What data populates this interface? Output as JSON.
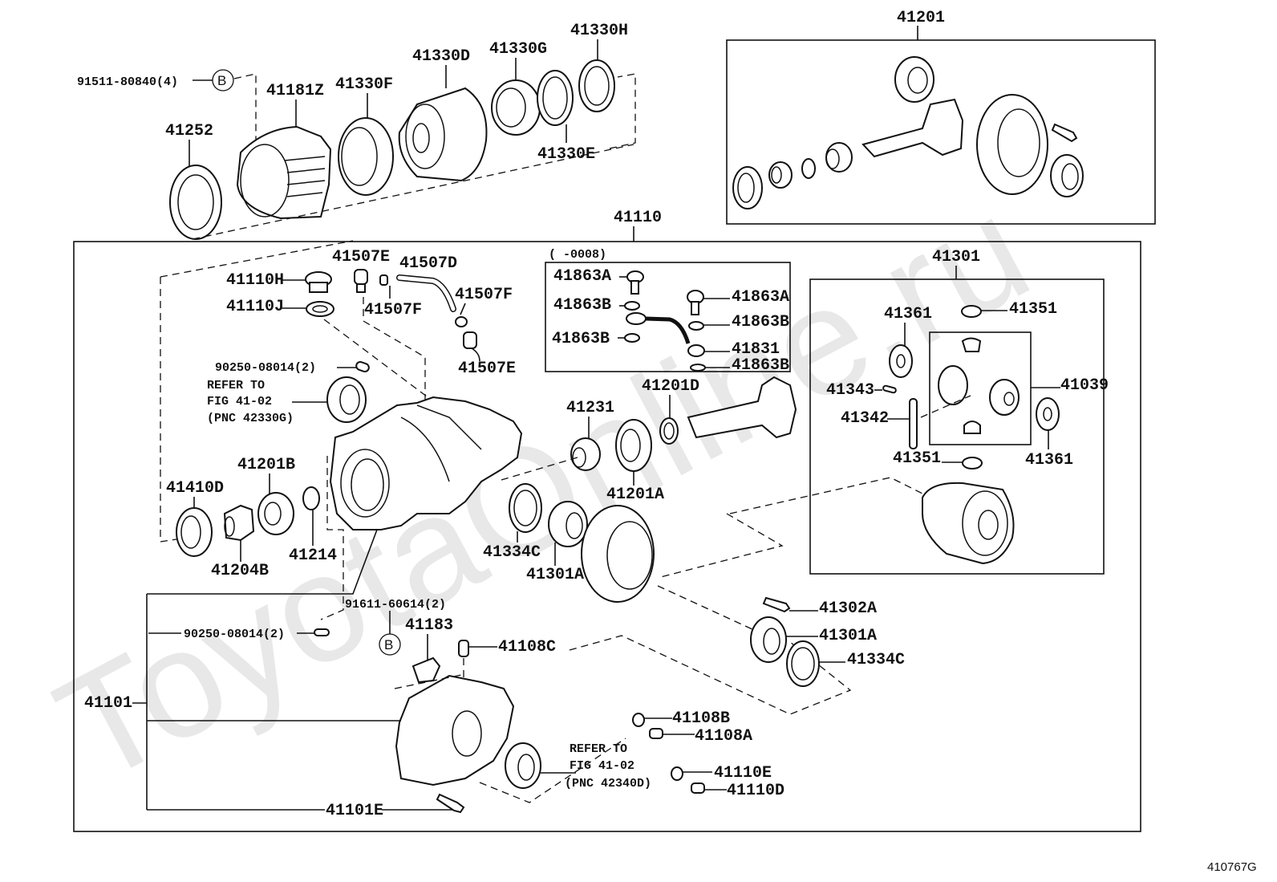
{
  "figure": {
    "id": "410767G",
    "watermark": "ToyotaOnline.ru",
    "title_assembly": "41110",
    "date_range": "(        -0008)"
  },
  "labels": {
    "p91511": "91511-80840(4)",
    "p41181z": "41181Z",
    "p41330f": "41330F",
    "p41330d": "41330D",
    "p41330g": "41330G",
    "p41330h": "41330H",
    "p41330e": "41330E",
    "p41252": "41252",
    "p41201": "41201",
    "p41110": "41110",
    "p41110h": "41110H",
    "p41110j": "41110J",
    "p41507e_a": "41507E",
    "p41507d": "41507D",
    "p41507f_a": "41507F",
    "p41507f_b": "41507F",
    "p41507e_b": "41507E",
    "p90250_a": "90250-08014(2)",
    "refer1_l1": "REFER TO",
    "refer1_l2": "FIG 41-02",
    "refer1_l3": "(PNC 42330G)",
    "p41863a_a": "41863A",
    "p41863a_b": "41863A",
    "p41863b_a": "41863B",
    "p41863b_b": "41863B",
    "p41863b_c": "41863B",
    "p41863b_d": "41863B",
    "p41831": "41831",
    "p41301": "41301",
    "p41351_a": "41351",
    "p41361_a": "41361",
    "p41343": "41343",
    "p41342": "41342",
    "p41039": "41039",
    "p41351_b": "41351",
    "p41361_b": "41361",
    "p41201d": "41201D",
    "p41231": "41231",
    "p41201a": "41201A",
    "p41201b": "41201B",
    "p41410d": "41410D",
    "p41204b": "41204B",
    "p41214": "41214",
    "p41334c_a": "41334C",
    "p41301a_a": "41301A",
    "p91611": "91611-60614(2)",
    "p41183": "41183",
    "p90250_b": "90250-08014(2)",
    "p41108c": "41108C",
    "p41101": "41101",
    "p41302a": "41302A",
    "p41301a_b": "41301A",
    "p41334c_b": "41334C",
    "p41108b": "41108B",
    "p41108a": "41108A",
    "refer2_l1": "REFER TO",
    "refer2_l2": "FIG 41-02",
    "refer2_l3": "(PNC 42340D)",
    "p41110e": "41110E",
    "p41110d": "41110D",
    "p41101e": "41101E",
    "callout_b1": "B",
    "callout_b2": "B"
  }
}
